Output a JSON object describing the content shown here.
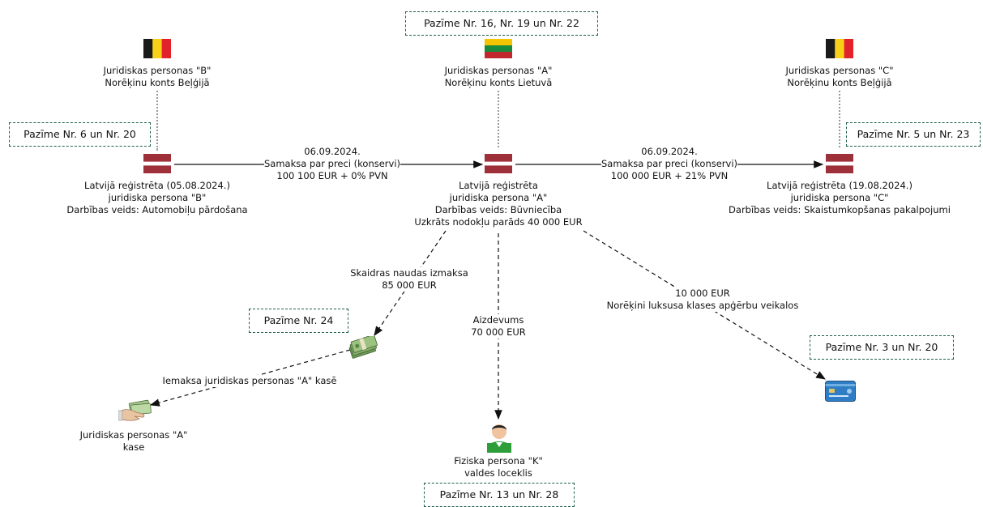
{
  "tags": {
    "top": "Pazīme Nr. 16, Nr. 19 un Nr. 22",
    "b": "Pazīme Nr. 6 un Nr. 20",
    "c": "Pazīme Nr. 5 un Nr. 23",
    "cash": "Pazīme Nr. 24",
    "card": "Pazīme Nr. 3 un Nr. 20",
    "person": "Pazīme Nr. 13 un Nr. 28"
  },
  "entities": {
    "b_foreign": {
      "line1": "Juridiskas personas \"B\"",
      "line2": "Norēķinu konts Beļģijā"
    },
    "a_foreign": {
      "line1": "Juridiskas personas \"A\"",
      "line2": "Norēķinu konts Lietuvā"
    },
    "c_foreign": {
      "line1": "Juridiskas personas \"C\"",
      "line2": "Norēķinu konts Beļģijā"
    },
    "b_lv": {
      "line1": "Latvijā reģistrēta (05.08.2024.)",
      "line2": "juridiska persona \"B\"",
      "line3": "Darbības veids: Automobiļu pārdošana"
    },
    "a_lv": {
      "line1": "Latvijā reģistrēta",
      "line2": "juridiska persona \"A\"",
      "line3": "Darbības veids: Būvniecība",
      "line4": "Uzkrāts nodokļu parāds 40 000 EUR"
    },
    "c_lv": {
      "line1": "Latvijā reģistrēta (19.08.2024.)",
      "line2": "juridiska persona \"C\"",
      "line3": "Darbības veids: Skaistumkopšanas pakalpojumi"
    },
    "cashdesk": {
      "line1": "Juridiskas personas \"A\"",
      "line2": "kase"
    },
    "person": {
      "line1": "Fiziska persona \"K\"",
      "line2": "valdes loceklis"
    }
  },
  "flows": {
    "b_to_a": {
      "line1": "06.09.2024.",
      "line2": "Samaksa par preci (konservi)",
      "line3": "100 100 EUR + 0% PVN"
    },
    "a_to_c": {
      "line1": "06.09.2024.",
      "line2": "Samaksa par preci (konservi)",
      "line3": "100 000 EUR + 21% PVN"
    },
    "cash_out": {
      "line1": "Skaidras naudas izmaksa",
      "line2": "85 000 EUR"
    },
    "loan": {
      "line1": "Aizdevums",
      "line2": "70 000 EUR"
    },
    "luxury": {
      "line1": "10 000 EUR",
      "line2": "Norēķini luksusa klases apģērbu veikalos"
    },
    "deposit": {
      "line1": "Iemaksa juridiskas personas \"A\" kasē"
    }
  },
  "icons": {
    "flag_belgium": "belgium-flag-icon",
    "flag_lithuania": "lithuania-flag-icon",
    "flag_latvia": "latvia-flag-icon",
    "money": "money-stack-icon",
    "hand_money": "hand-with-money-icon",
    "card": "credit-card-icon",
    "person": "person-icon"
  },
  "colors": {
    "tag_border": "#1e5e4e",
    "latvia_red": "#9e3039",
    "belgium_black": "#1a1a1a",
    "belgium_yellow": "#f7d117",
    "belgium_red": "#e3232b",
    "lithuania_yellow": "#f5c400",
    "lithuania_green": "#1a8a3c",
    "lithuania_red": "#c1272d"
  }
}
